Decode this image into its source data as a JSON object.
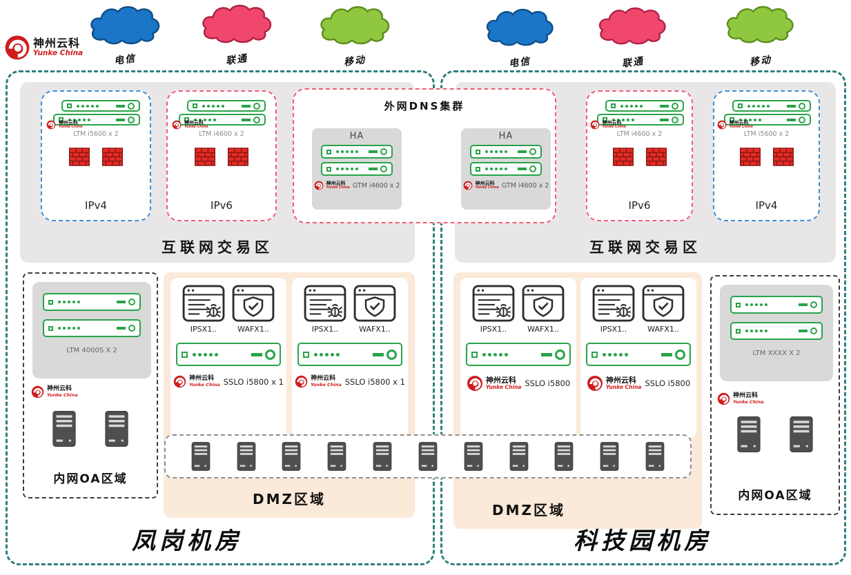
{
  "brand": {
    "name": "神州云科",
    "sub": "Yunke China"
  },
  "isp_clouds": [
    {
      "label": "电信",
      "color": "#1b76c8"
    },
    {
      "label": "联通",
      "color": "#f2476d"
    },
    {
      "label": "移动",
      "color": "#8fc73e"
    },
    {
      "label": "电信",
      "color": "#1b76c8"
    },
    {
      "label": "联通",
      "color": "#f2476d"
    },
    {
      "label": "移动",
      "color": "#8fc73e"
    }
  ],
  "dns_cluster": {
    "title": "外网DNS集群",
    "ha_boxes": [
      {
        "label": "HA",
        "device": "GTM i4600 x 2"
      },
      {
        "label": "HA",
        "device": "GTM i4600 x 2"
      }
    ]
  },
  "left_dc": {
    "name": "凤岗机房",
    "internet_zone_label": "互联网交易区",
    "ipv4": {
      "label": "IPv4",
      "device": "LTM i5600 x 2"
    },
    "ipv6": {
      "label": "IPv6",
      "device": "LTM i4600 x 2"
    },
    "oa_zone": {
      "label": "内网OA区域",
      "device": "LTM 4000S X 2"
    },
    "dmz": {
      "label": "DMZ区域",
      "groups": [
        {
          "ips": "IPSX1..",
          "waf": "WAFX1..",
          "sslo": "SSLO i5800 x 1"
        },
        {
          "ips": "IPSX1..",
          "waf": "WAFX1..",
          "sslo": "SSLO i5800 x 1"
        }
      ]
    }
  },
  "right_dc": {
    "name": "科技园机房",
    "internet_zone_label": "互联网交易区",
    "ipv6": {
      "label": "IPv6",
      "device": "LTM i4600 x 2"
    },
    "ipv4": {
      "label": "IPv4",
      "device": "LTM i5600 x 2"
    },
    "oa_zone": {
      "label": "内网OA区域",
      "device": "LTM XXXX X 2"
    },
    "dmz": {
      "label": "DMZ区域",
      "groups": [
        {
          "ips": "IPSX1..",
          "waf": "WAFX1..",
          "sslo": "SSLO i5800"
        },
        {
          "ips": "IPSX1..",
          "waf": "WAFX1..",
          "sslo": "SSLO i5800"
        }
      ]
    }
  },
  "colors": {
    "dc_border": "#2f7e7c",
    "ipv4_border": "#3f8fd2",
    "ipv6_border": "#f05c78",
    "internet_zone_bg": "#e9e6e8",
    "dmz_bg": "#fbe9d9",
    "device_green": "#27a348",
    "firewall_red": "#e22d26",
    "brand_red": "#cf1d1d"
  }
}
